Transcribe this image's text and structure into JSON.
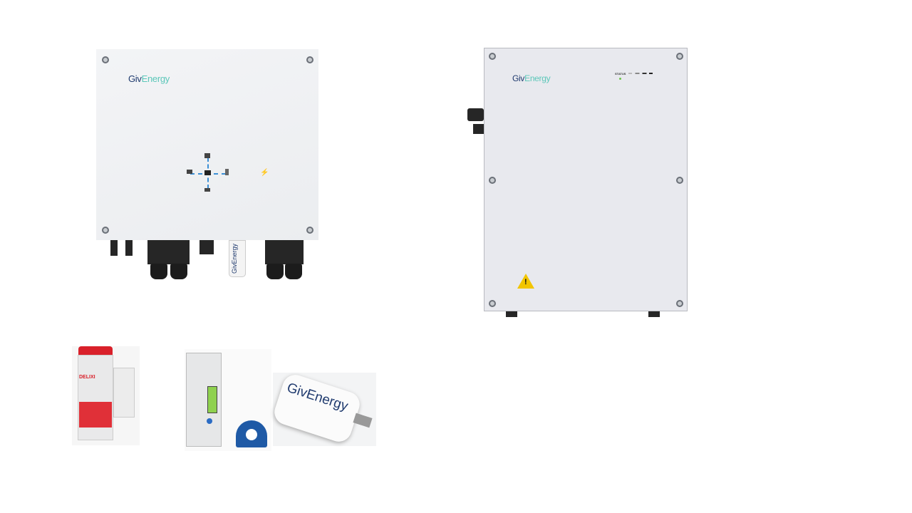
{
  "inverter": {
    "brand_logo": "GivEnergy",
    "logo_part1": "Giv",
    "logo_part2": "Energy"
  },
  "battery": {
    "brand_logo": "GivEnergy",
    "logo_part1": "Giv",
    "logo_part2": "Energy",
    "status_label": "STATUS",
    "status_led_color": "#6cc24a",
    "warning_icon": "warning-triangle-icon"
  },
  "accessories": {
    "breaker_brand": "DELIXI",
    "dongle_logo": "GivEnergy",
    "usb_stick_logo": "GivEnergy"
  },
  "colors": {
    "brand_navy": "#1f3a6e",
    "brand_teal": "#5cc7b9",
    "flow_line": "#3b8fd6"
  }
}
